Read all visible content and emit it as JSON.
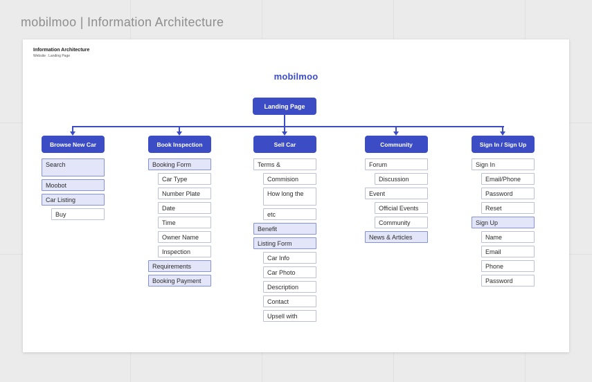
{
  "header": {
    "title": "mobilmoo | Information Architecture"
  },
  "canvas": {
    "doc_title": "Information Architecture",
    "doc_subtitle": "Website : Landing Page",
    "logo": "mobilmoo",
    "root_label": "Landing Page"
  },
  "colors": {
    "accent_blue": "#3b4cc4",
    "lavender_fill": "#e3e6f9",
    "lavender_border": "#8490dd",
    "box_border": "#bcc0d6",
    "canvas_bg": "#ffffff",
    "page_bg": "#ebebeb",
    "header_text": "#8e8e8e"
  },
  "columns": [
    {
      "header": "Browse New Car",
      "items": [
        {
          "label": "Search",
          "variant": "lavender",
          "indent": 0,
          "tall": true
        },
        {
          "label": "Moobot",
          "variant": "lavender",
          "indent": 0
        },
        {
          "label": "Car Listing",
          "variant": "lavender",
          "indent": 0
        },
        {
          "label": "Buy",
          "variant": "white",
          "indent": 1
        }
      ]
    },
    {
      "header": "Book Inspection",
      "items": [
        {
          "label": "Booking Form",
          "variant": "lavender",
          "indent": 0
        },
        {
          "label": "Car Type",
          "variant": "white",
          "indent": 1
        },
        {
          "label": "Number Plate",
          "variant": "white",
          "indent": 1
        },
        {
          "label": "Date",
          "variant": "white",
          "indent": 1
        },
        {
          "label": "Time",
          "variant": "white",
          "indent": 1
        },
        {
          "label": "Owner Name",
          "variant": "white",
          "indent": 1
        },
        {
          "label": "Inspection",
          "variant": "white",
          "indent": 1
        },
        {
          "label": "Requirements",
          "variant": "lavender",
          "indent": 0
        },
        {
          "label": "Booking Payment",
          "variant": "lavender",
          "indent": 0
        }
      ]
    },
    {
      "header": "Sell Car",
      "items": [
        {
          "label": "Terms &",
          "variant": "white",
          "indent": 0
        },
        {
          "label": "Commision",
          "variant": "white",
          "indent": 1
        },
        {
          "label": "How long the",
          "variant": "white",
          "indent": 1,
          "tall": true
        },
        {
          "label": "etc",
          "variant": "white",
          "indent": 1
        },
        {
          "label": "Benefit",
          "variant": "lavender",
          "indent": 0
        },
        {
          "label": "Listing Form",
          "variant": "lavender",
          "indent": 0
        },
        {
          "label": "Car Info",
          "variant": "white",
          "indent": 1
        },
        {
          "label": "Car Photo",
          "variant": "white",
          "indent": 1
        },
        {
          "label": "Description",
          "variant": "white",
          "indent": 1
        },
        {
          "label": "Contact",
          "variant": "white",
          "indent": 1
        },
        {
          "label": "Upsell with",
          "variant": "white",
          "indent": 1
        }
      ]
    },
    {
      "header": "Community",
      "items": [
        {
          "label": "Forum",
          "variant": "white",
          "indent": 0
        },
        {
          "label": "Discussion",
          "variant": "white",
          "indent": 1
        },
        {
          "label": "Event",
          "variant": "white",
          "indent": 0
        },
        {
          "label": "Official Events",
          "variant": "white",
          "indent": 1
        },
        {
          "label": "Community",
          "variant": "white",
          "indent": 1
        },
        {
          "label": "News & Articles",
          "variant": "lavender",
          "indent": 0
        }
      ]
    },
    {
      "header": "Sign In / Sign Up",
      "items": [
        {
          "label": "Sign In",
          "variant": "white",
          "indent": 0
        },
        {
          "label": "Email/Phone",
          "variant": "white",
          "indent": 1
        },
        {
          "label": "Password",
          "variant": "white",
          "indent": 1
        },
        {
          "label": "Reset",
          "variant": "white",
          "indent": 1
        },
        {
          "label": "Sign Up",
          "variant": "lavender",
          "indent": 0
        },
        {
          "label": "Name",
          "variant": "white",
          "indent": 1
        },
        {
          "label": "Email",
          "variant": "white",
          "indent": 1
        },
        {
          "label": "Phone",
          "variant": "white",
          "indent": 1
        },
        {
          "label": "Password",
          "variant": "white",
          "indent": 1
        }
      ]
    }
  ]
}
